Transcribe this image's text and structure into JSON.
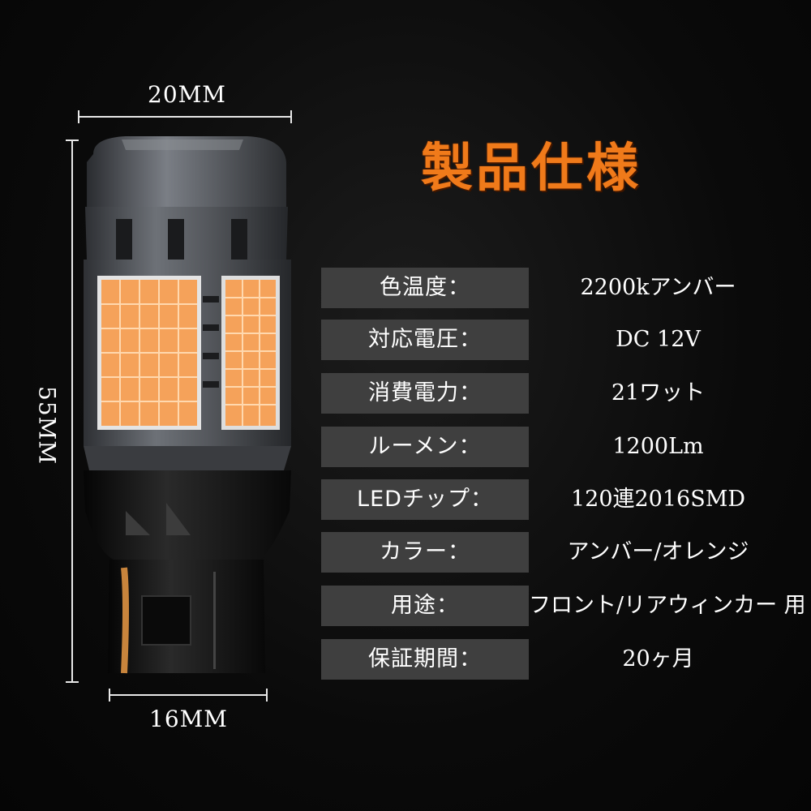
{
  "title": "製品仕様",
  "dimensions": {
    "top_width": "20MM",
    "height": "55MM",
    "bottom_width": "16MM"
  },
  "specs": [
    {
      "label": "色温度：",
      "value": "2200kアンバー"
    },
    {
      "label": "対応電圧：",
      "value": "DC  12V"
    },
    {
      "label": "消費電力：",
      "value": "21ワット"
    },
    {
      "label": "ルーメン：",
      "value": "1200Lm"
    },
    {
      "label": "LEDチップ：",
      "value": "120連2016SMD"
    },
    {
      "label": "カラー：",
      "value": "アンバー/オレンジ"
    },
    {
      "label": "用途：",
      "value": "フロント/リアウィンカー  用"
    },
    {
      "label": "保証期間：",
      "value": "20ヶ月"
    }
  ],
  "colors": {
    "title": "#f07a1a",
    "label_bg": "#3f3f3f",
    "led": "#f5a25a",
    "body": "#5a5d62",
    "base": "#151515"
  }
}
